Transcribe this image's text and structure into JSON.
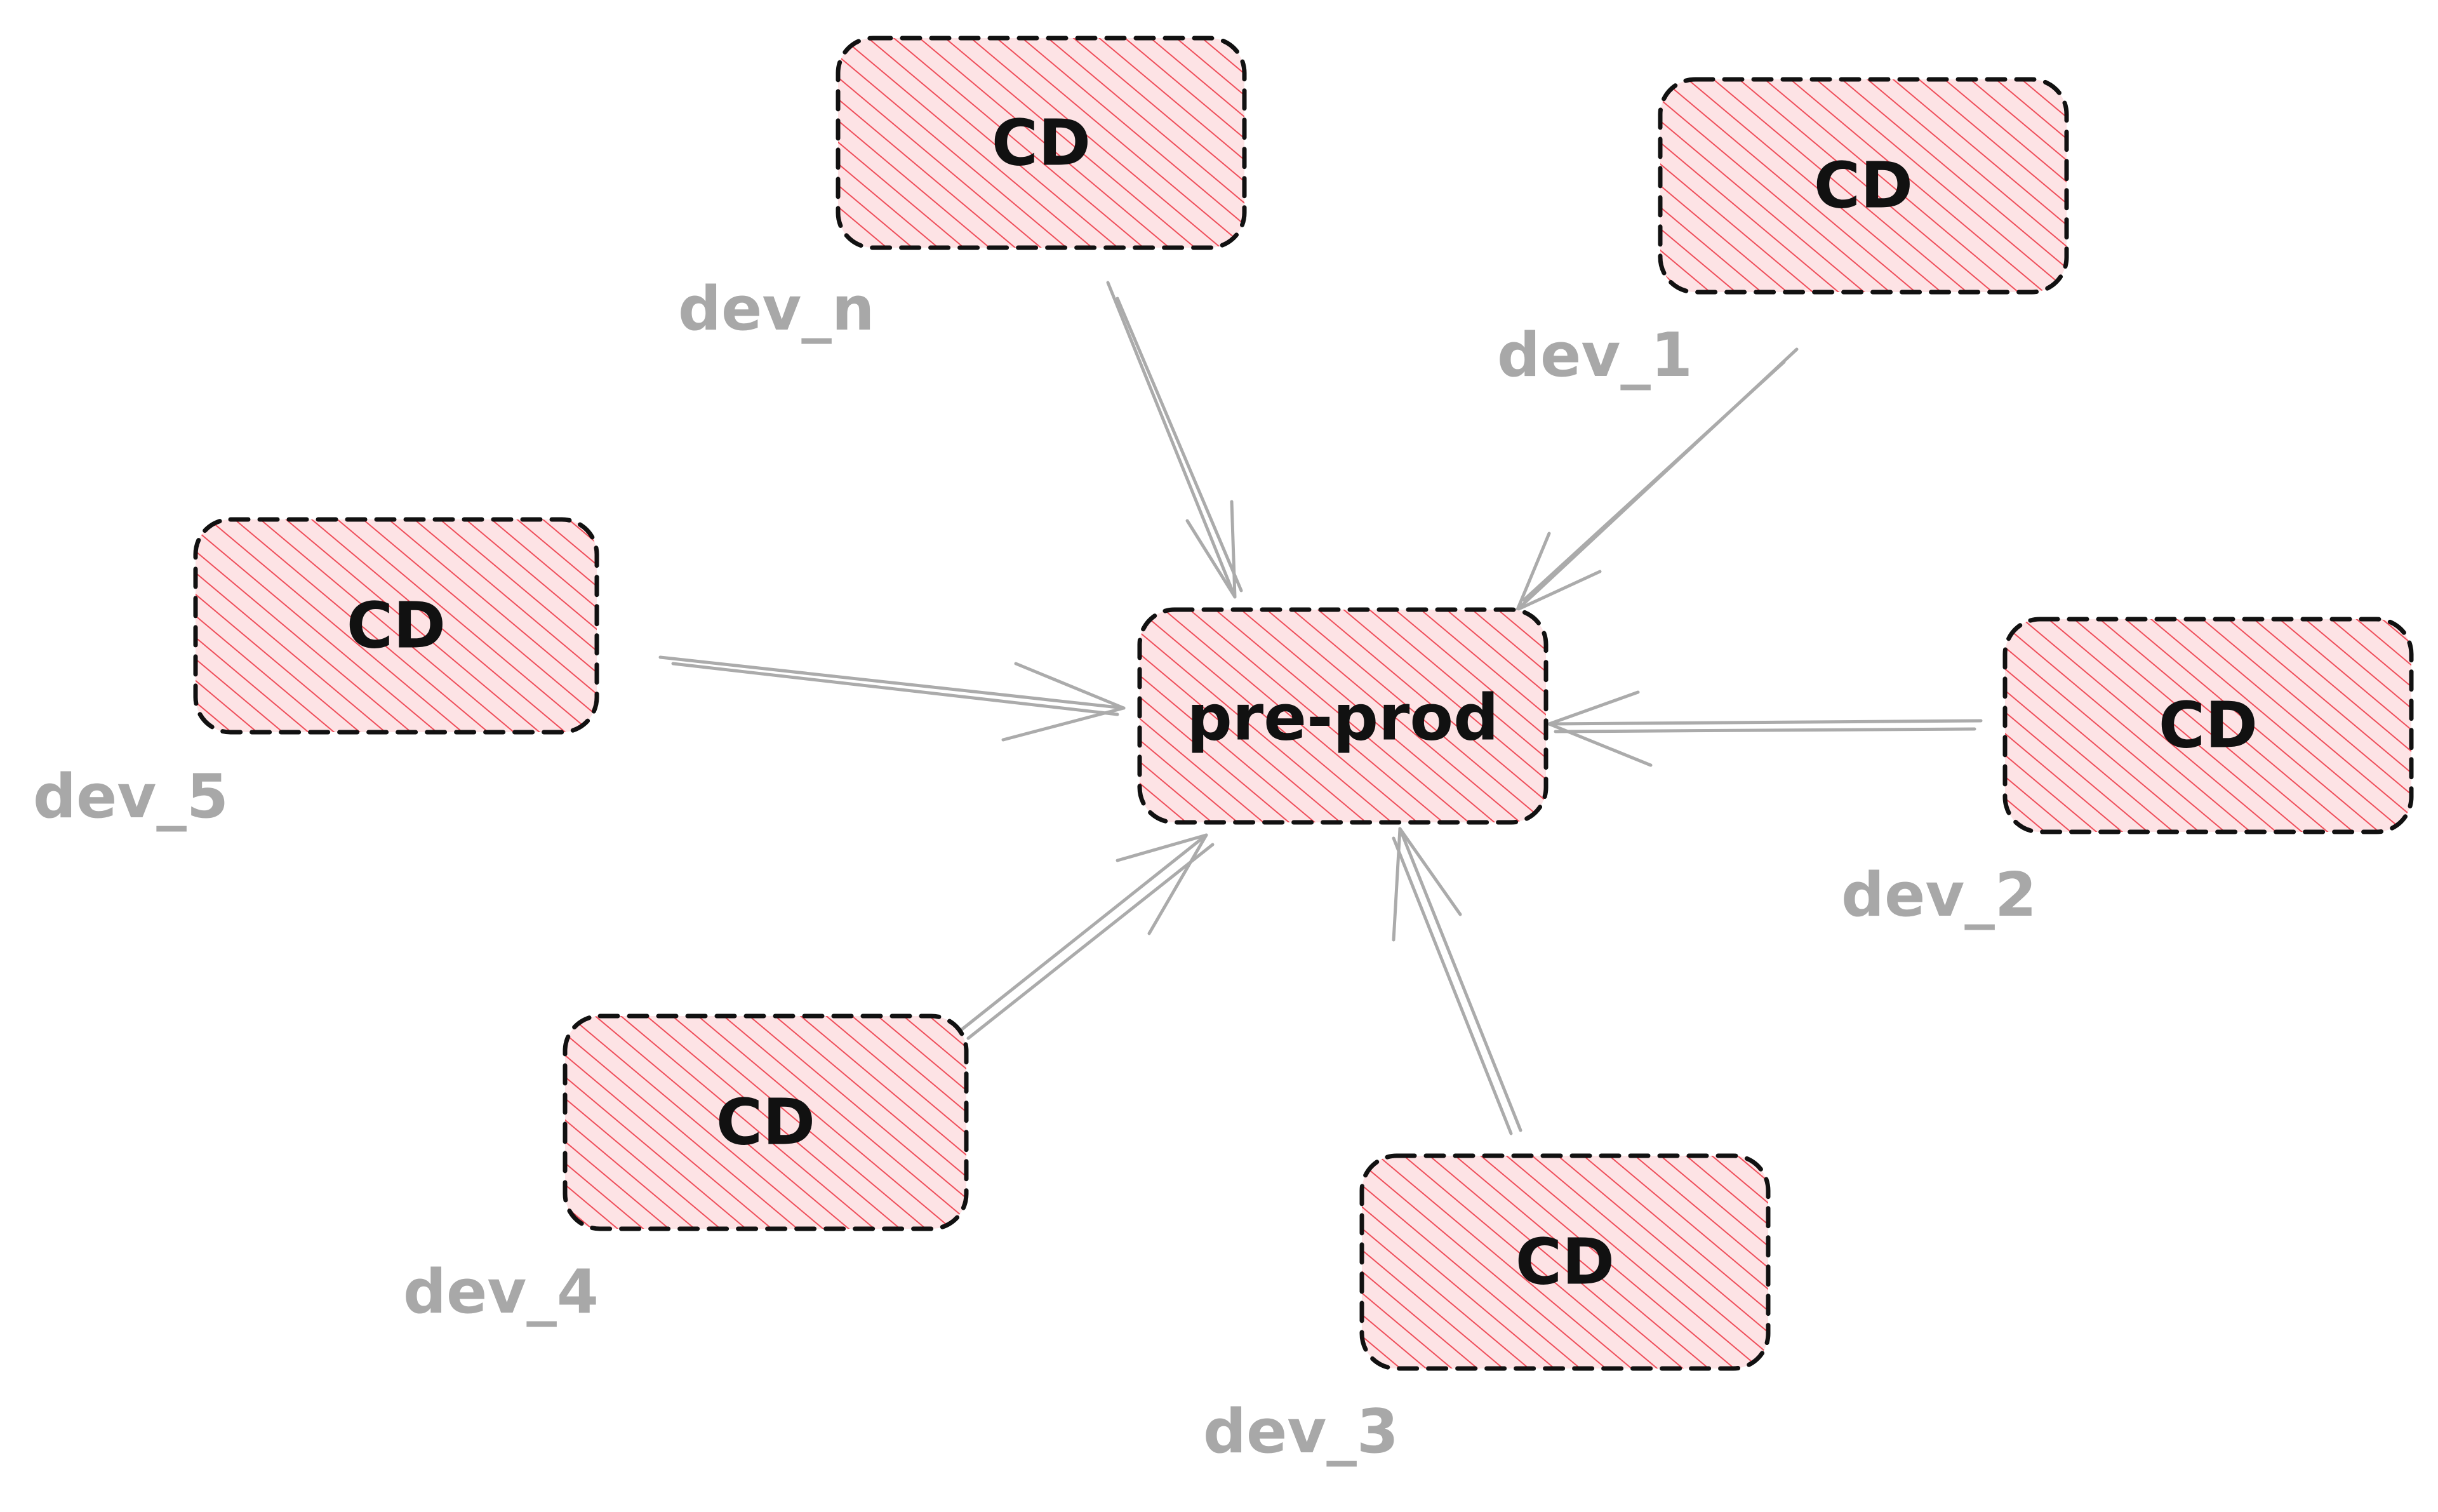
{
  "diagram": {
    "center": {
      "label": "pre-prod"
    },
    "nodes": [
      {
        "id": "dev_n",
        "box_label": "CD",
        "env_label": "dev_n"
      },
      {
        "id": "dev_1",
        "box_label": "CD",
        "env_label": "dev_1"
      },
      {
        "id": "dev_5",
        "box_label": "CD",
        "env_label": "dev_5"
      },
      {
        "id": "dev_2",
        "box_label": "CD",
        "env_label": "dev_2"
      },
      {
        "id": "dev_4",
        "box_label": "CD",
        "env_label": "dev_4"
      },
      {
        "id": "dev_3",
        "box_label": "CD",
        "env_label": "dev_3"
      }
    ],
    "colors": {
      "box_hatch": "#ef4e5a",
      "box_fill": "#fde3e5",
      "box_outline": "#111111",
      "arrow": "#ababab",
      "env_text": "#a8a8a8",
      "box_text": "#111111"
    }
  }
}
